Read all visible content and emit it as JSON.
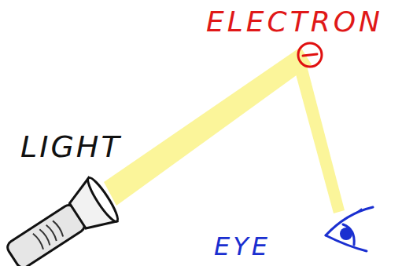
{
  "diagram": {
    "labels": [
      "ELECTRON",
      "LIGHT",
      "EYE"
    ]
  }
}
